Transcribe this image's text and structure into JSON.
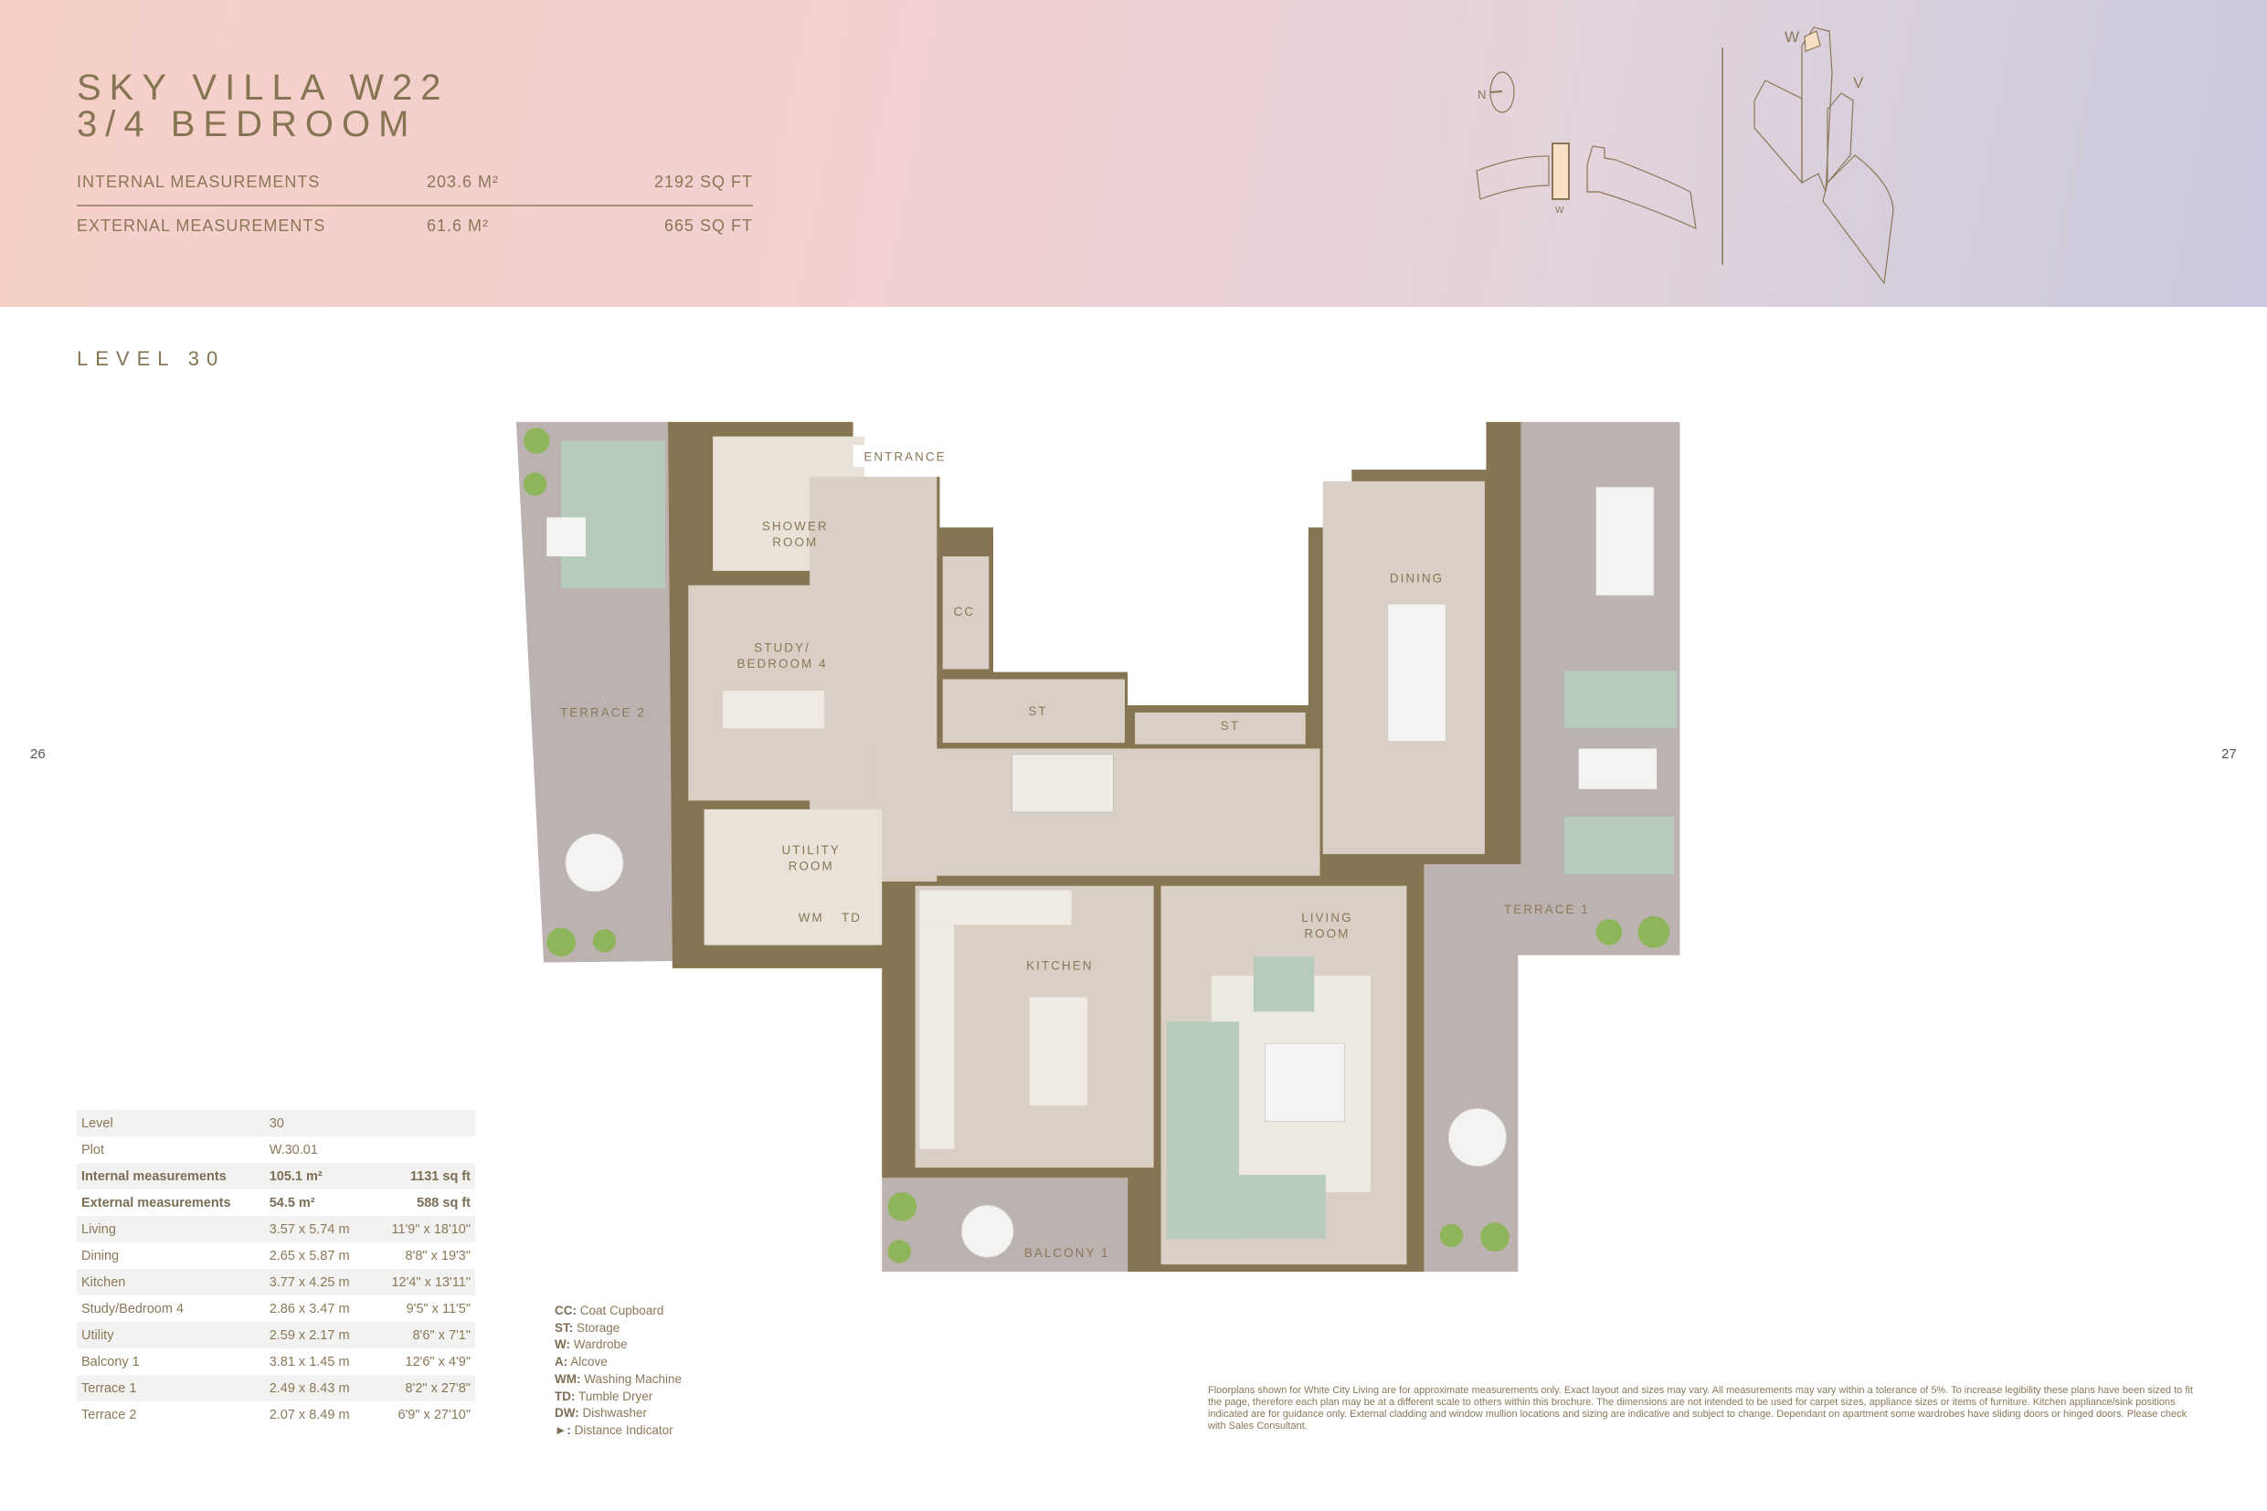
{
  "header": {
    "title_line1": "SKY VILLA W22",
    "title_line2": "3/4 BEDROOM",
    "internal": {
      "label": "INTERNAL MEASUREMENTS",
      "m2": "203.6 M²",
      "sqft": "2192 SQ FT"
    },
    "external": {
      "label": "EXTERNAL MEASUREMENTS",
      "m2": "61.6 M²",
      "sqft": "665  SQ FT"
    }
  },
  "keyplan": {
    "compass_label": "N",
    "block_label": "W",
    "tower_w_label": "W",
    "tower_v_label": "V",
    "highlight_color": "#f6dfc2"
  },
  "level_label": "LEVEL 30",
  "page_left": "26",
  "page_right": "27",
  "plan": {
    "colors": {
      "wall": "#857552",
      "floor": "#d9cfc5",
      "terrace": "#bcb2b0",
      "sofa": "#b7cbbd",
      "tile": "#ece9e0"
    },
    "labels": {
      "entrance": "ENTRANCE",
      "shower_1": "SHOWER",
      "shower_2": "ROOM",
      "cc": "CC",
      "study_1": "STUDY/",
      "study_2": "BEDROOM 4",
      "terrace2": "TERRACE 2",
      "st1": "ST",
      "st2": "ST",
      "dining": "DINING",
      "utility_1": "UTILITY",
      "utility_2": "ROOM",
      "wm": "WM",
      "td": "TD",
      "kitchen": "KITCHEN",
      "living_1": "LIVING",
      "living_2": "ROOM",
      "terrace1": "TERRACE 1",
      "balcony1": "BALCONY 1"
    }
  },
  "spec_table": [
    {
      "name": "Level",
      "metric": "30",
      "imperial": "",
      "bold": false
    },
    {
      "name": "Plot",
      "metric": "W.30.01",
      "imperial": "",
      "bold": false
    },
    {
      "name": "Internal measurements",
      "metric": "105.1 m²",
      "imperial": "1131 sq ft",
      "bold": true
    },
    {
      "name": "External measurements",
      "metric": "54.5 m²",
      "imperial": "588 sq ft",
      "bold": true
    },
    {
      "name": "Living",
      "metric": "3.57 x 5.74 m",
      "imperial": "11'9\" x 18'10\"",
      "bold": false
    },
    {
      "name": "Dining",
      "metric": "2.65 x 5.87 m",
      "imperial": "8'8\" x 19'3\"",
      "bold": false
    },
    {
      "name": "Kitchen",
      "metric": "3.77 x 4.25 m",
      "imperial": "12'4\" x 13'11\"",
      "bold": false
    },
    {
      "name": "Study/Bedroom 4",
      "metric": "2.86 x 3.47 m",
      "imperial": "9'5\" x 11'5\"",
      "bold": false
    },
    {
      "name": "Utility",
      "metric": "2.59 x 2.17 m",
      "imperial": "8'6\" x 7'1\"",
      "bold": false
    },
    {
      "name": "Balcony 1",
      "metric": "3.81 x 1.45 m",
      "imperial": "12'6\" x 4'9\"",
      "bold": false
    },
    {
      "name": "Terrace 1",
      "metric": "2.49 x 8.43 m",
      "imperial": "8'2\" x 27'8\"",
      "bold": false
    },
    {
      "name": "Terrace 2",
      "metric": "2.07 x 8.49 m",
      "imperial": "6'9\" x 27'10\"",
      "bold": false
    }
  ],
  "legend": [
    {
      "abbr": "CC:",
      "text": "Coat Cupboard"
    },
    {
      "abbr": "ST:",
      "text": "Storage"
    },
    {
      "abbr": "W:",
      "text": "Wardrobe"
    },
    {
      "abbr": "A:",
      "text": "Alcove"
    },
    {
      "abbr": "WM:",
      "text": "Washing Machine"
    },
    {
      "abbr": "TD:",
      "text": "Tumble Dryer"
    },
    {
      "abbr": "DW:",
      "text": "Dishwasher"
    },
    {
      "abbr": "►:",
      "text": "Distance Indicator"
    }
  ],
  "disclaimer": "Floorplans shown for White City Living are for approximate measurements only.  Exact layout and sizes may vary. All measurements may vary within a tolerance of 5%. To increase legibility these plans have been sized to fit the page, therefore each plan may be at a different scale to others within this brochure. The dimensions are not intended to be used for carpet sizes, appliance sizes or items of furniture. Kitchen appliance/sink positions indicated are for guidance only. External cladding and window mullion locations and sizing are indicative and subject to change. Dependant on apartment some wardrobes have sliding doors or hinged doors. Please check with Sales Consultant."
}
